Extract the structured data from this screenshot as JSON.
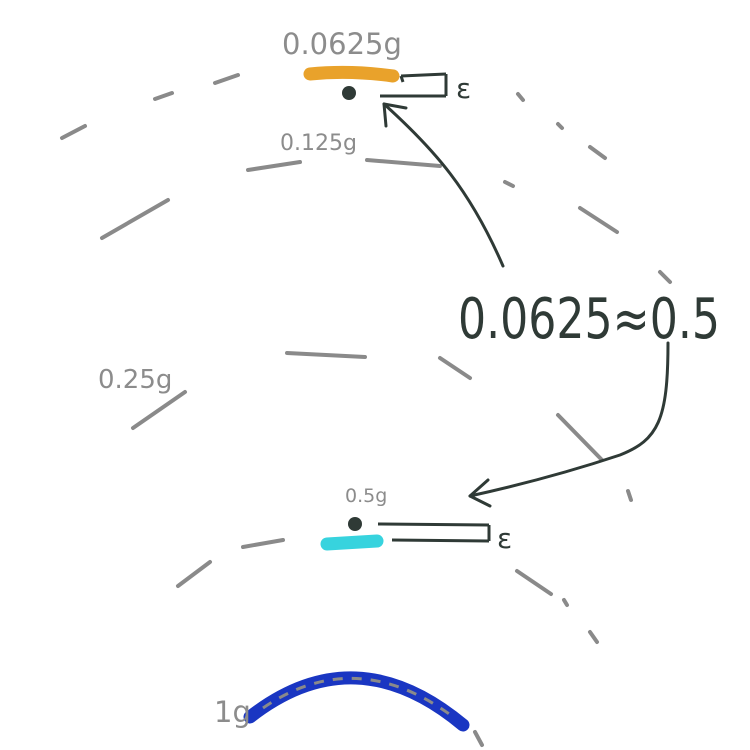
{
  "labels": {
    "top": "0.0625g",
    "second": "0.125g",
    "third": "0.25g",
    "bottom": "0.5g",
    "ground": "1g"
  },
  "epsilon": "ε",
  "equation": "0.0625≈0.5",
  "colors": {
    "dash": "#8a8a8a",
    "orange": "#e9a22b",
    "cyan": "#37d3de",
    "blue": "#1a36c2",
    "ink": "#2f3a36"
  }
}
